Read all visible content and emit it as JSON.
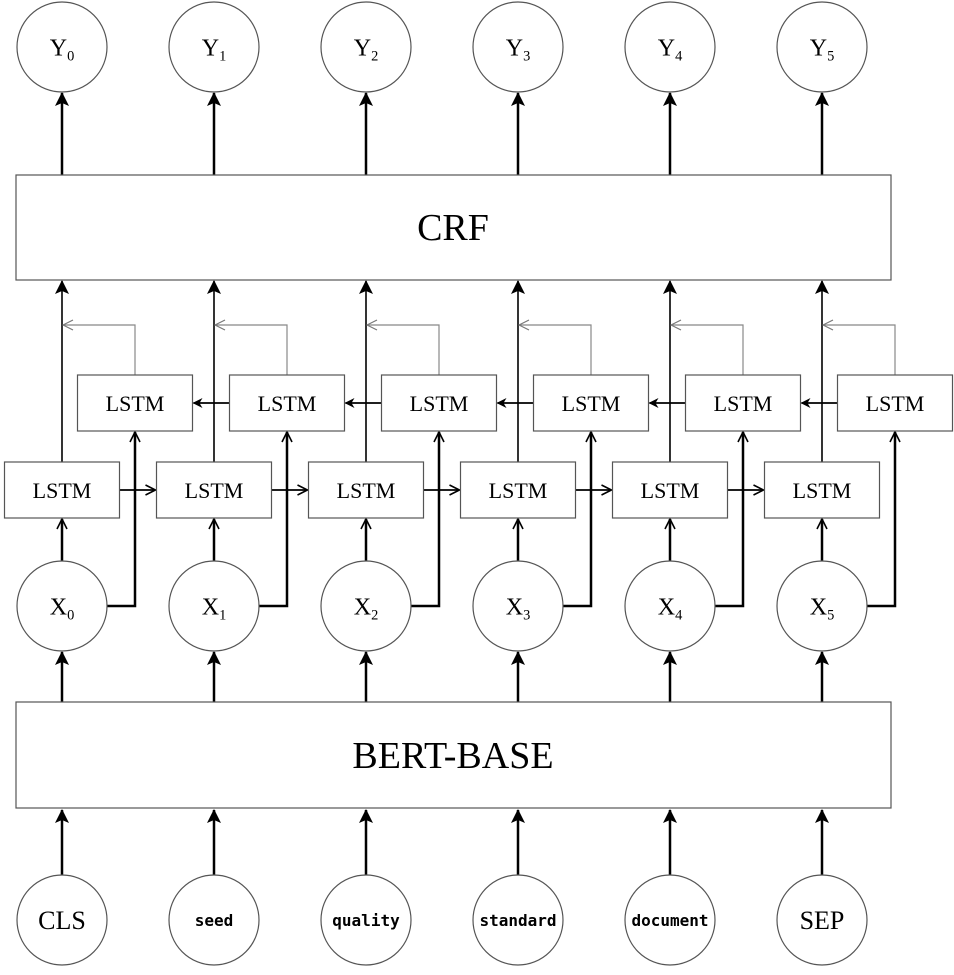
{
  "output_labels": [
    {
      "base": "Y",
      "sub": "0"
    },
    {
      "base": "Y",
      "sub": "1"
    },
    {
      "base": "Y",
      "sub": "2"
    },
    {
      "base": "Y",
      "sub": "3"
    },
    {
      "base": "Y",
      "sub": "4"
    },
    {
      "base": "Y",
      "sub": "5"
    }
  ],
  "crf_label": "CRF",
  "lstm_label": "LSTM",
  "hidden_labels": [
    {
      "base": "X",
      "sub": "0"
    },
    {
      "base": "X",
      "sub": "1"
    },
    {
      "base": "X",
      "sub": "2"
    },
    {
      "base": "X",
      "sub": "3"
    },
    {
      "base": "X",
      "sub": "4"
    },
    {
      "base": "X",
      "sub": "5"
    }
  ],
  "bert_label": "BERT-BASE",
  "input_tokens": [
    "CLS",
    "seed",
    "quality",
    "standard",
    "document",
    "SEP"
  ]
}
